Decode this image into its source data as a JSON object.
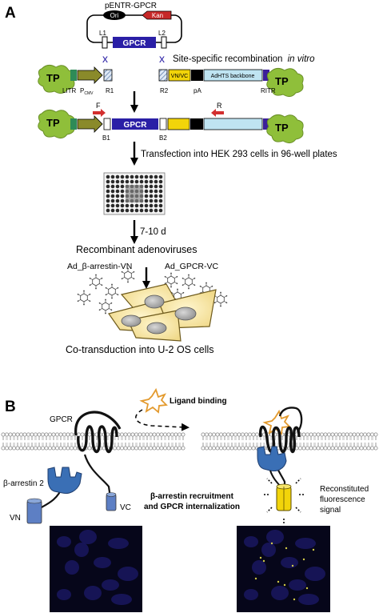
{
  "panel_a": {
    "label": "A",
    "plasmid": {
      "name": "pENTR-GPCR",
      "ori": "Ori",
      "kan": "Kan",
      "gene": "GPCR",
      "l1": "L1",
      "l2": "L2"
    },
    "recombination_text": "Site-specific recombination",
    "recombination_italic": "in vitro",
    "vector": {
      "tp_left": "TP",
      "tp_right": "TP",
      "litr": "LITR",
      "pcmv": "P",
      "pcmv_sub": "CMV",
      "r1": "R1",
      "r2": "R2",
      "vnvc": "VN/VC",
      "pa": "pA",
      "backbone": "AdHTS backbone",
      "ritr": "RITR"
    },
    "product": {
      "tp_left": "TP",
      "tp_right": "TP",
      "f": "F",
      "r": "R",
      "b1": "B1",
      "b2": "B2",
      "gene": "GPCR"
    },
    "step1": "Transfection into HEK 293 cells in 96-well plates",
    "step2": "7-10 d",
    "recombinant": "Recombinant  adenoviruses",
    "ad_arrestin": "Ad_β-arrestin-VN",
    "ad_gpcr": "Ad_GPCR-VC",
    "cotransduction": "Co-transduction into U-2 OS cells"
  },
  "panel_b": {
    "label": "B",
    "gpcr": "GPCR",
    "ligand_binding": "Ligand binding",
    "arrestin": "β-arrestin 2",
    "vn": "VN",
    "vc": "VC",
    "recruit_line1": "β-arrestin recruitment",
    "recruit_line2": "and GPCR internalization",
    "signal_line1": "Reconstituted",
    "signal_line2": "fluorescence",
    "signal_line3": "signal"
  },
  "colors": {
    "gpcr_blue": "#2a1fa6",
    "tp_green": "#8fbf3a",
    "kan_red": "#c62828",
    "arrow_red": "#d32f2f",
    "yellow": "#f2d40a",
    "backbone": "#bfe4f2",
    "arrestin_blue": "#3a6fb5",
    "cell_yellow": "#f7e7a8",
    "nucleus_grey": "#b8b8b8"
  }
}
